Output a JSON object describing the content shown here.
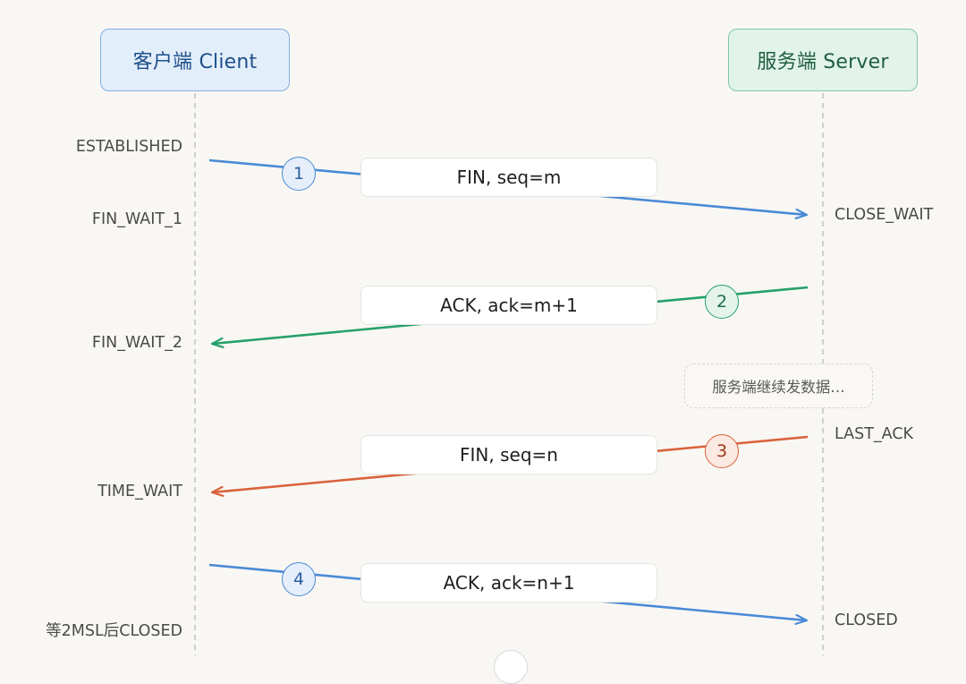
{
  "actors": {
    "client": "客户端 Client",
    "server": "服务端 Server"
  },
  "client_states": {
    "s1": "ESTABLISHED",
    "s2": "FIN_WAIT_1",
    "s3": "FIN_WAIT_2",
    "s4": "TIME_WAIT",
    "s5": "等2MSL后CLOSED"
  },
  "server_states": {
    "s1": "CLOSE_WAIT",
    "s2": "LAST_ACK",
    "s3": "CLOSED"
  },
  "messages": [
    {
      "step": "1",
      "label": "FIN, seq=m",
      "direction": "client-to-server",
      "color": "#4a8ad6"
    },
    {
      "step": "2",
      "label": "ACK, ack=m+1",
      "direction": "server-to-client",
      "color": "#25a06b"
    },
    {
      "step": "3",
      "label": "FIN, seq=n",
      "direction": "server-to-client",
      "color": "#d9623c"
    },
    {
      "step": "4",
      "label": "ACK, ack=n+1",
      "direction": "client-to-server",
      "color": "#4a8ad6"
    }
  ],
  "note": "服务端继续发数据…",
  "colors": {
    "lifeline": "#c4c4c4",
    "client_accent": "#4a8ad6",
    "server_accent": "#25a06b",
    "fin_server": "#d9623c"
  }
}
